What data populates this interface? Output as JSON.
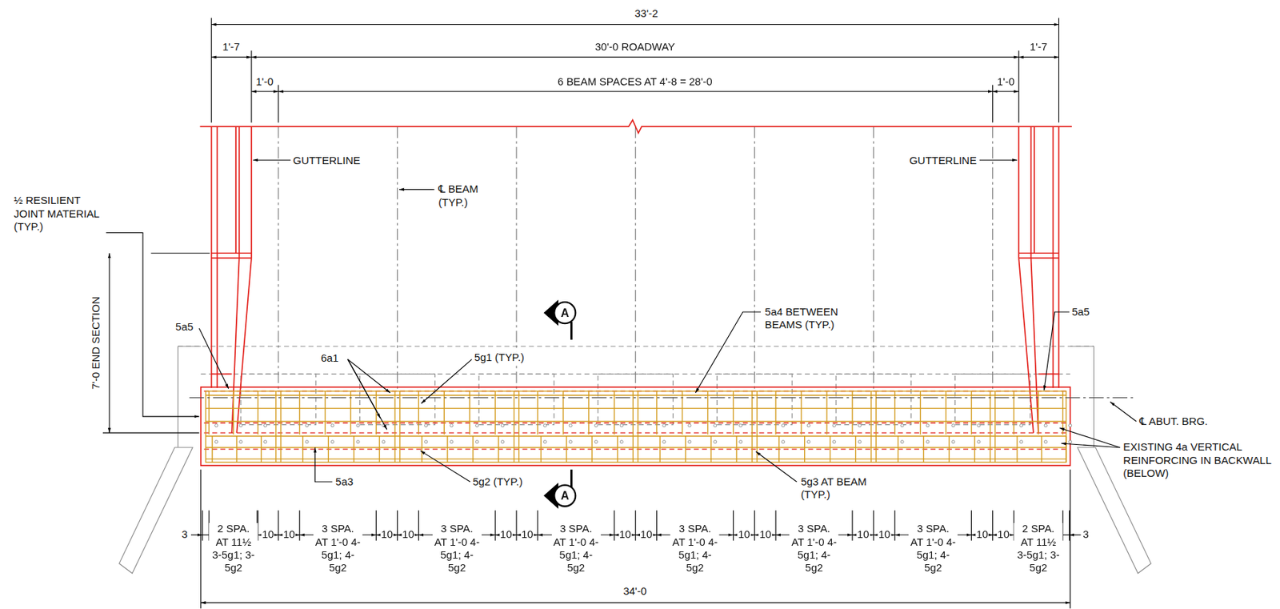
{
  "diagram": {
    "labels": [
      "33'-2",
      "1'-7",
      "30'-0 ROADWAY",
      "1'-7",
      "1'-0",
      "6 BEAM SPACES AT 4'-8 = 28'-0",
      "1'-0",
      "GUTTERLINE",
      "℄ BEAM (TYP.)",
      "GUTTERLINE",
      "½ RESILIENT JOINT MATERIAL (TYP.)",
      "7'-0 END SECTION",
      "A",
      "5a5",
      "6a1",
      "5g1 (TYP.)",
      "5a4 BETWEEN BEAMS (TYP.)",
      "5a5",
      "℄ ABUT. BRG.",
      "EXISTING 4a VERTICAL REINFORCING IN BACKWALL (BELOW)",
      "5a3",
      "5g2 (TYP.)",
      "5g3 AT BEAM (TYP.)",
      "A",
      "3",
      "2 SPA. AT 11½ 3-5g1; 3-5g2",
      "10",
      "10",
      "3 SPA. AT 1'-0 4-5g1; 4-5g2",
      "10",
      "10",
      "3 SPA. AT 1'-0 4-5g1; 4-5g2",
      "10",
      "10",
      "3 SPA. AT 1'-0 4-5g1; 4-5g2",
      "10",
      "10",
      "3 SPA. AT 1'-0 4-5g1; 4-5g2",
      "10",
      "10",
      "3 SPA. AT 1'-0 4-5g1; 4-5g2",
      "10",
      "10",
      "3 SPA. AT 1'-0 4-5g1; 4-5g2",
      "10",
      "10",
      "2 SPA. AT 11½ 3-5g1; 3-5g2",
      "3",
      "34'-0"
    ]
  }
}
